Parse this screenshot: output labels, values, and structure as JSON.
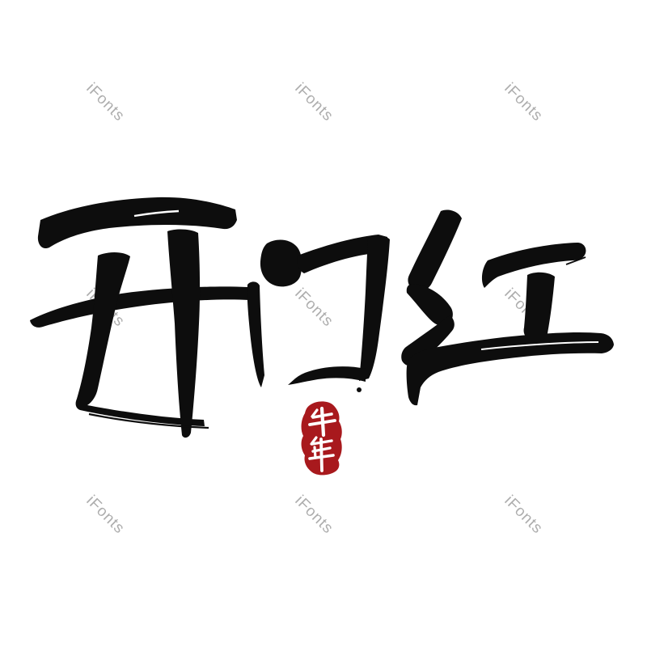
{
  "artwork": {
    "main_text": "开门红",
    "characters": [
      "开",
      "门",
      "红"
    ],
    "seal_text": "牛年"
  },
  "watermark": {
    "text": "iFonts",
    "count": 9,
    "rotation_deg": 45,
    "color": "#787878"
  },
  "colors": {
    "background": "#ffffff",
    "ink": "#0d0d0d",
    "seal_red": "#a8191d",
    "seal_text": "#ffffff",
    "paper_highlight": "#ffffff"
  }
}
